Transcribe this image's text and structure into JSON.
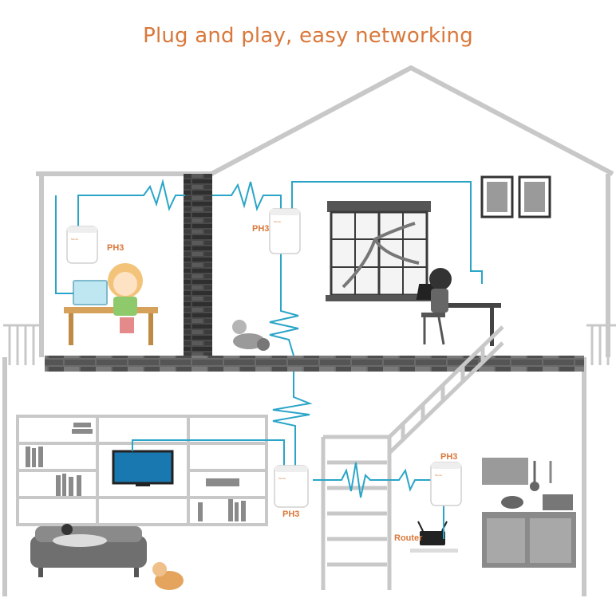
{
  "title": "Plug and play, easy networking",
  "labels": {
    "adapter": "PH3",
    "router": "Router"
  },
  "colors": {
    "title": "#d9783a",
    "cable": "#2aa5c8",
    "wall": "#c8c8c8",
    "brick": "#3a3a3a"
  }
}
